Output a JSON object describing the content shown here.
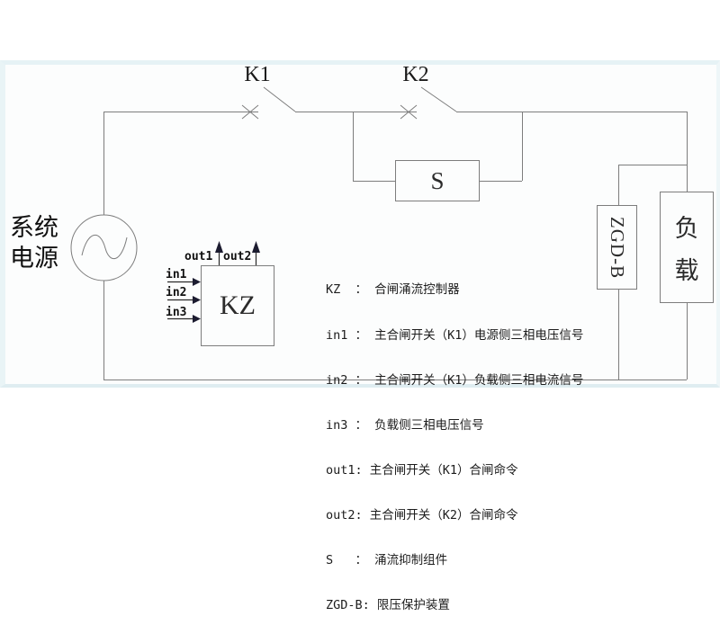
{
  "panel": {
    "background": "#fcfdfd",
    "border_tint": "#e6f2f5"
  },
  "colors": {
    "wire": "#7d7d7d",
    "text": "#1a1a1a",
    "arrowhead": "#1c1c30"
  },
  "source": {
    "line1": "系统",
    "line2": "电源"
  },
  "switches": {
    "k1_label": "K1",
    "k2_label": "K2"
  },
  "suppressor": {
    "label": "S"
  },
  "controller": {
    "label": "KZ",
    "inputs": [
      "in1",
      "in2",
      "in3"
    ],
    "outputs": [
      "out1",
      "out2"
    ]
  },
  "protector": {
    "label": "ZGD-B"
  },
  "load": {
    "char1": "负",
    "char2": "载"
  },
  "legend": {
    "lines": [
      "KZ  ： 合闸涌流控制器",
      "in1 ： 主合闸开关（K1）电源侧三相电压信号",
      "in2 ： 主合闸开关（K1）负载侧三相电流信号",
      "in3 ： 负载侧三相电压信号",
      "out1: 主合闸开关（K1）合闸命令",
      "out2: 主合闸开关（K2）合闸命令",
      "S   ： 涌流抑制组件",
      "ZGD-B: 限压保护装置"
    ]
  }
}
